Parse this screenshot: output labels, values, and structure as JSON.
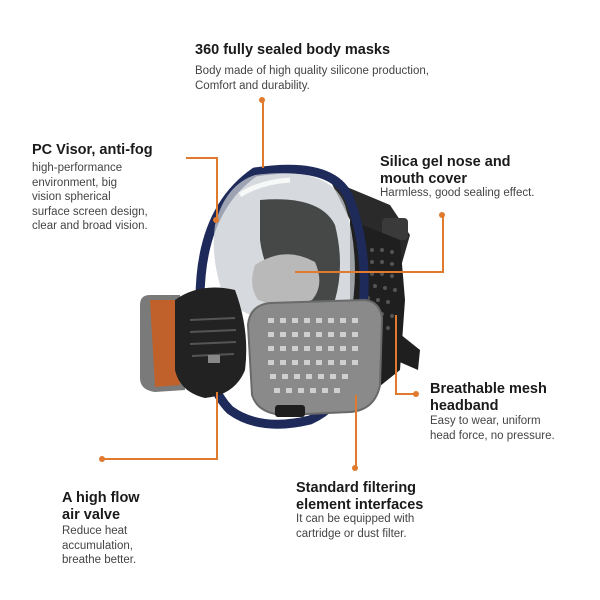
{
  "accent_color": "#e07a2e",
  "product_image": "full-face-respirator-mask",
  "callouts": {
    "sealed": {
      "title": "360 fully sealed body masks",
      "desc": [
        "Body made of high quality silicone production,",
        "Comfort and durability."
      ]
    },
    "visor": {
      "title": "PC Visor, anti-fog",
      "desc": [
        "high-performance",
        "environment, big",
        "vision spherical",
        "surface screen design,",
        "clear and broad vision."
      ]
    },
    "silica": {
      "title": [
        "Silica gel nose and",
        "mouth cover"
      ],
      "desc": [
        "Harmless, good sealing effect."
      ]
    },
    "headband": {
      "title": [
        "Breathable mesh",
        "headband"
      ],
      "desc": [
        "Easy to wear, uniform",
        "head force, no pressure."
      ]
    },
    "valve": {
      "title": [
        "A high flow",
        "air valve"
      ],
      "desc": [
        "Reduce heat",
        "accumulation,",
        "breathe better."
      ]
    },
    "filter": {
      "title": [
        "Standard filtering",
        "element interfaces"
      ],
      "desc": [
        "It can be equipped with",
        "cartridge or dust filter."
      ]
    }
  }
}
